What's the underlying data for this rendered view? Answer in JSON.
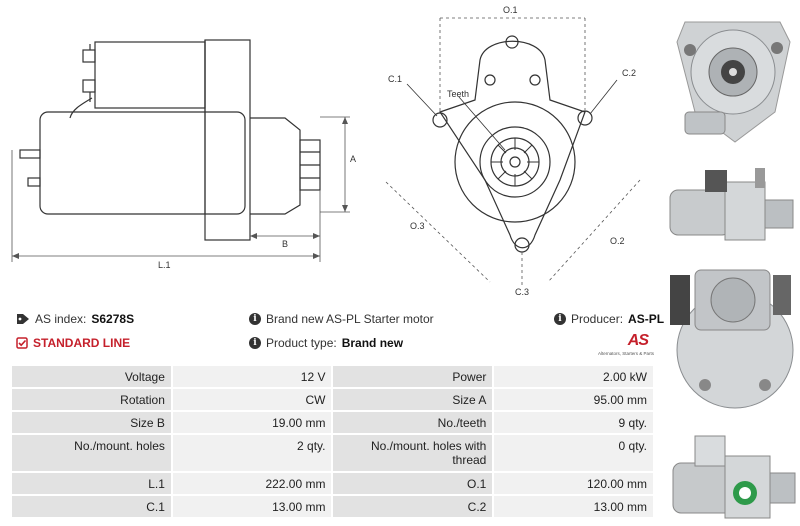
{
  "drawing": {
    "labels": {
      "A": "A",
      "B": "B",
      "L1": "L.1",
      "O1": "O.1",
      "O2": "O.2",
      "O3": "O.3",
      "C1": "C.1",
      "C2": "C.2",
      "C3": "C.3",
      "teeth": "Teeth"
    }
  },
  "info": {
    "as_index_label": "AS index:",
    "as_index_value": "S6278S",
    "standard_line": "STANDARD LINE",
    "brand_text": "Brand new AS-PL Starter motor",
    "product_type_label": "Product type:",
    "product_type_value": "Brand new",
    "producer_label": "Producer:",
    "producer_value": "AS-PL"
  },
  "logo": {
    "mark": "AS",
    "tagline": "Alternators, Starters & Parts"
  },
  "specs": [
    {
      "k1": "Voltage",
      "v1": "12 V",
      "k2": "Power",
      "v2": "2.00 kW"
    },
    {
      "k1": "Rotation",
      "v1": "CW",
      "k2": "Size A",
      "v2": "95.00 mm"
    },
    {
      "k1": "Size B",
      "v1": "19.00 mm",
      "k2": "No./teeth",
      "v2": "9 qty."
    },
    {
      "k1": "No./mount. holes",
      "v1": "2 qty.",
      "k2": "No./mount. holes with thread",
      "v2": "0 qty."
    },
    {
      "k1": "L.1",
      "v1": "222.00 mm",
      "k2": "O.1",
      "v2": "120.00 mm"
    },
    {
      "k1": "C.1",
      "v1": "13.00 mm",
      "k2": "C.2",
      "v2": "13.00 mm"
    }
  ],
  "colors": {
    "accent_red": "#c5202b",
    "key_cell": "#e2e2e2",
    "value_cell": "#f1f1f1"
  },
  "icons": [
    "tag-icon",
    "check-square-icon",
    "info-icon"
  ]
}
